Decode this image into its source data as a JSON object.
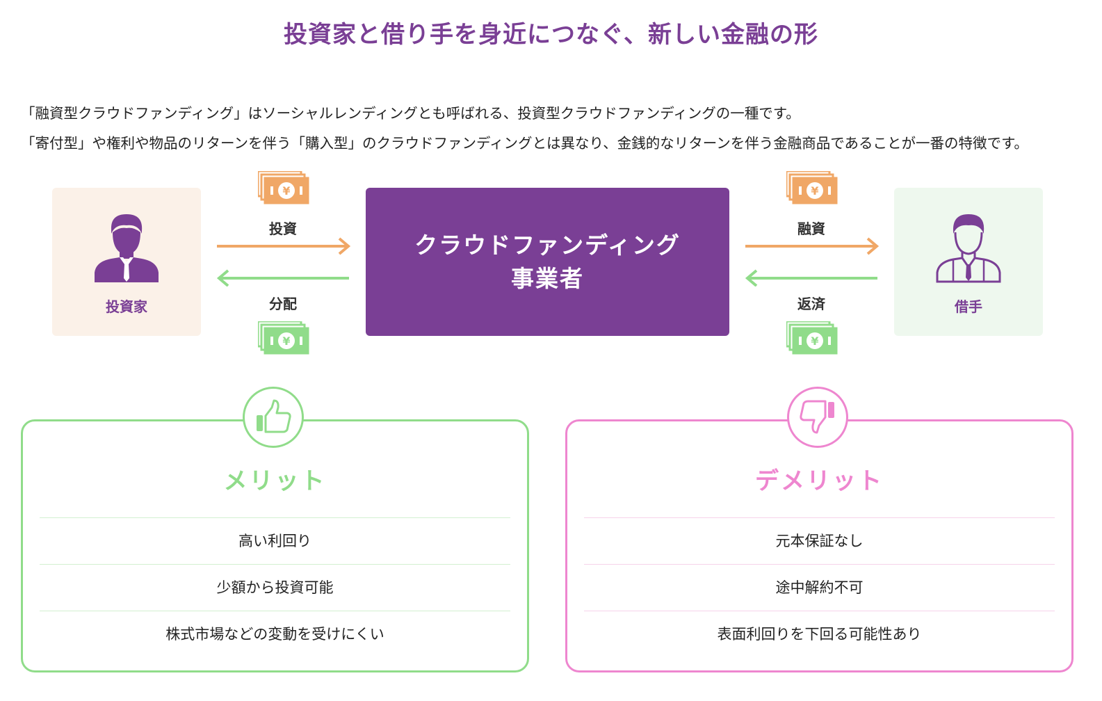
{
  "title": "投資家と借り手を身近につなぐ、新しい金融の形",
  "intro": [
    "「融資型クラウドファンディング」はソーシャルレンディングとも呼ばれる、投資型クラウドファンディングの一種です。",
    "「寄付型」や権利や物品のリターンを伴う「購入型」のクラウドファンディングとは異なり、金銭的なリターンを伴う金融商品であることが一番の特徴です。"
  ],
  "diagram": {
    "investor": {
      "label": "投資家",
      "icon": "businessman-icon-filled"
    },
    "borrower": {
      "label": "借手",
      "icon": "businessman-icon-outline"
    },
    "center": {
      "line1": "クラウドファンディング",
      "line2": "事業者"
    },
    "flows": {
      "invest": "投資",
      "distribute": "分配",
      "loan": "融資",
      "repay": "返済"
    },
    "money_icon": "yen-banknote-icon"
  },
  "merit": {
    "title": "メリット",
    "icon": "thumbs-up-icon",
    "items": [
      "高い利回り",
      "少額から投資可能",
      "株式市場などの変動を受けにくい"
    ]
  },
  "demerit": {
    "title": "デメリット",
    "icon": "thumbs-down-icon",
    "items": [
      "元本保証なし",
      "途中解約不可",
      "表面利回りを下回る可能性あり"
    ]
  },
  "colors": {
    "brand_purple": "#7a3f95",
    "orange": "#f0a766",
    "green": "#90dc8a",
    "pink": "#ee86cf",
    "investor_bg": "#fbf1e8",
    "borrower_bg": "#eef8ee"
  }
}
